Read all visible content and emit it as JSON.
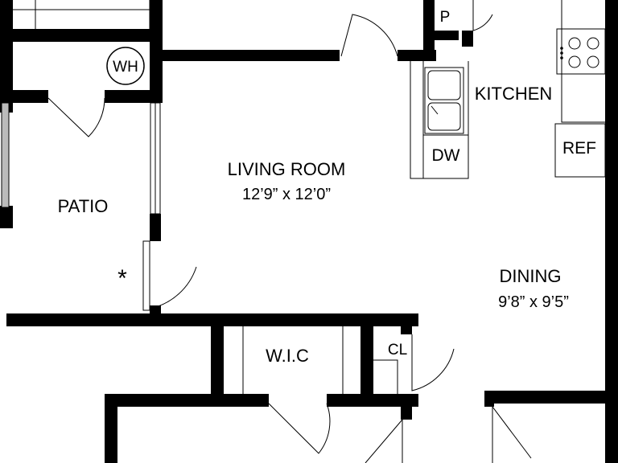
{
  "rooms": {
    "living": {
      "name": "LIVING ROOM",
      "dims": "12’9” x 12’0”"
    },
    "dining": {
      "name": "DINING",
      "dims": "9’8” x 9’5”"
    },
    "kitchen": {
      "name": "KITCHEN"
    },
    "patio": {
      "name": "PATIO"
    },
    "wic": {
      "name": "W.I.C"
    },
    "closet": {
      "name": "CL"
    },
    "pantry": {
      "name": "P"
    }
  },
  "fixtures": {
    "water_heater": "WH",
    "dishwasher": "DW",
    "refrigerator": "REF",
    "stove_icon": "stove-icon",
    "sink_icon": "sink-icon"
  },
  "marker": "*"
}
